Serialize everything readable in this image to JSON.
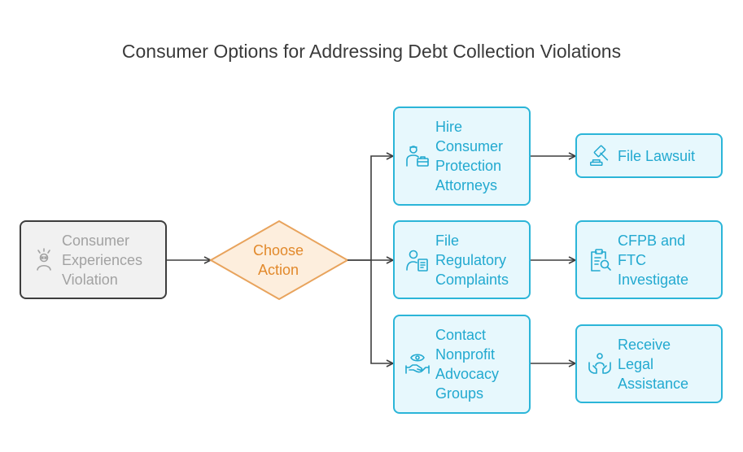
{
  "title": "Consumer Options for Addressing Debt Collection Violations",
  "colors": {
    "node_border": "#2bb5d8",
    "node_fill": "#e7f8fd",
    "node_text": "#22a9d0",
    "start_border": "#3d3d3d",
    "start_fill": "#f1f1f1",
    "start_text": "#a2a2a2",
    "decision_border": "#e8a35c",
    "decision_fill": "#fdeedd",
    "decision_text": "#e2892b",
    "arrow": "#3d3d3d"
  },
  "start": {
    "icon": "distressed-person-icon",
    "lines": [
      "Consumer",
      "Experiences",
      "Violation"
    ]
  },
  "decision": {
    "lines": [
      "Choose",
      "Action"
    ]
  },
  "options": [
    {
      "icon": "attorney-briefcase-icon",
      "lines": [
        "Hire",
        "Consumer",
        "Protection",
        "Attorneys"
      ],
      "outcome": {
        "icon": "gavel-icon",
        "lines": [
          "File Lawsuit"
        ]
      }
    },
    {
      "icon": "person-document-icon",
      "lines": [
        "File",
        "Regulatory",
        "Complaints"
      ],
      "outcome": {
        "icon": "clipboard-search-icon",
        "lines": [
          "CFPB and",
          "FTC",
          "Investigate"
        ]
      }
    },
    {
      "icon": "handshake-eye-icon",
      "lines": [
        "Contact",
        "Nonprofit",
        "Advocacy",
        "Groups"
      ],
      "outcome": {
        "icon": "hands-person-icon",
        "lines": [
          "Receive",
          "Legal",
          "Assistance"
        ]
      }
    }
  ]
}
